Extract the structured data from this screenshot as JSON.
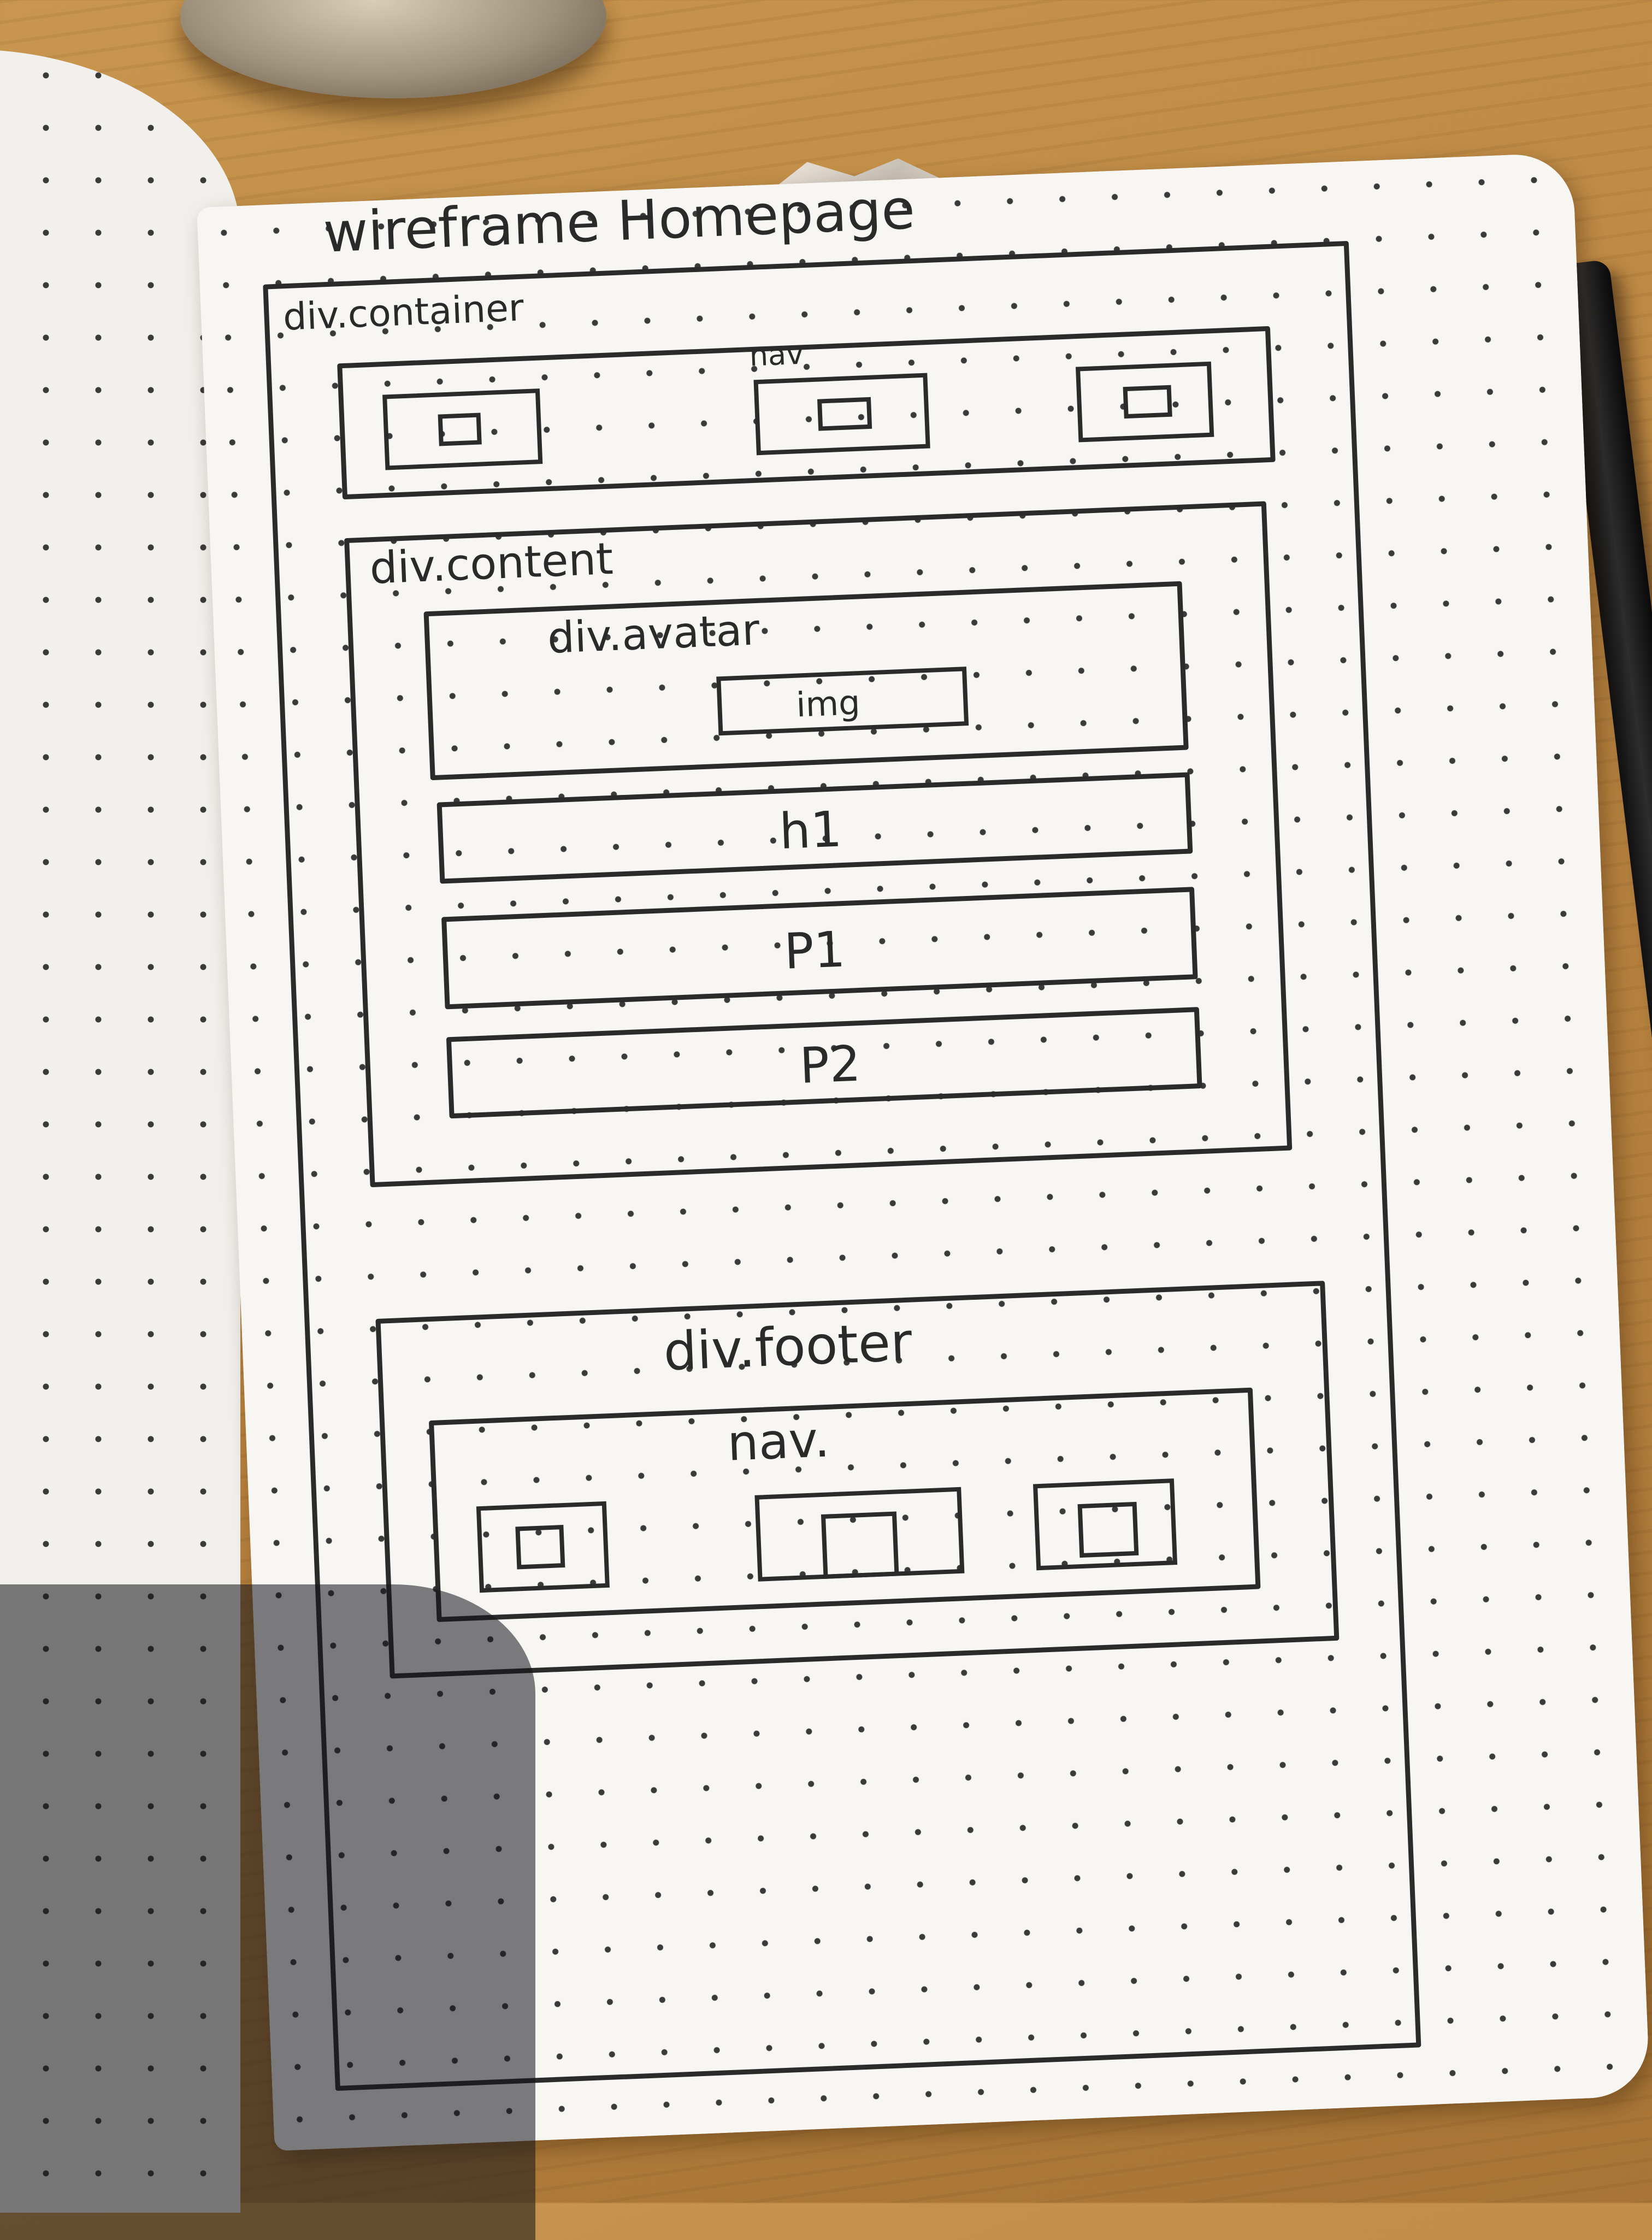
{
  "wireframe": {
    "title": "wireframe Homepage",
    "container_label": "div.container",
    "header_nav_label": "nav",
    "content_label": "div.content",
    "avatar_label": "div.avatar",
    "img_label": "img",
    "h1_label": "h1",
    "p1_label": "P1",
    "p2_label": "P2",
    "footer_label": "div.footer",
    "footer_nav_label": "nav."
  }
}
